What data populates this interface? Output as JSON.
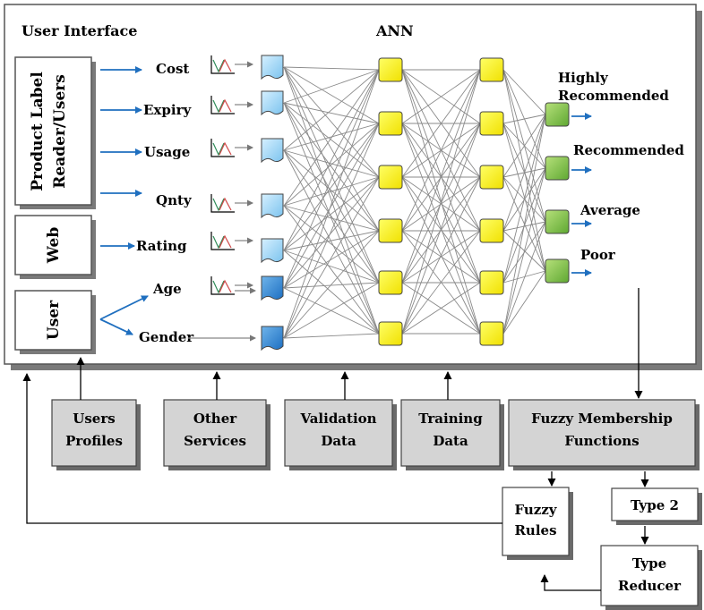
{
  "title": "User Interface",
  "ann_label": "ANN",
  "sources": {
    "product": [
      "Product Label",
      "Reader/Users"
    ],
    "web": "Web",
    "user": "User"
  },
  "inputs": [
    "Cost",
    "Expiry",
    "Usage",
    "Qnty",
    "Rating",
    "Age",
    "Gender"
  ],
  "outputs": [
    [
      "Highly",
      "Recommended"
    ],
    [
      "Recommended"
    ],
    [
      "Average"
    ],
    [
      "Poor"
    ]
  ],
  "modules": {
    "users_profiles": [
      "Users",
      "Profiles"
    ],
    "other_services": [
      "Other",
      "Services"
    ],
    "validation_data": [
      "Validation",
      "Data"
    ],
    "training_data": [
      "Training",
      "Data"
    ],
    "fuzzy_membership": [
      "Fuzzy Membership",
      "Functions"
    ],
    "fuzzy_rules": [
      "Fuzzy",
      "Rules"
    ],
    "type2": [
      "Type 2"
    ],
    "type_reducer": [
      "Type",
      "Reducer"
    ]
  },
  "colors": {
    "input_node_light": "#a8d8f5",
    "input_node_dark": "#2e86d6",
    "hidden_node": "#ffff00",
    "output_node": "#8cc850",
    "arrow_blue": "#1f6fbf",
    "module_fill": "#d4d4d4",
    "connection": "#8a8a8a"
  }
}
